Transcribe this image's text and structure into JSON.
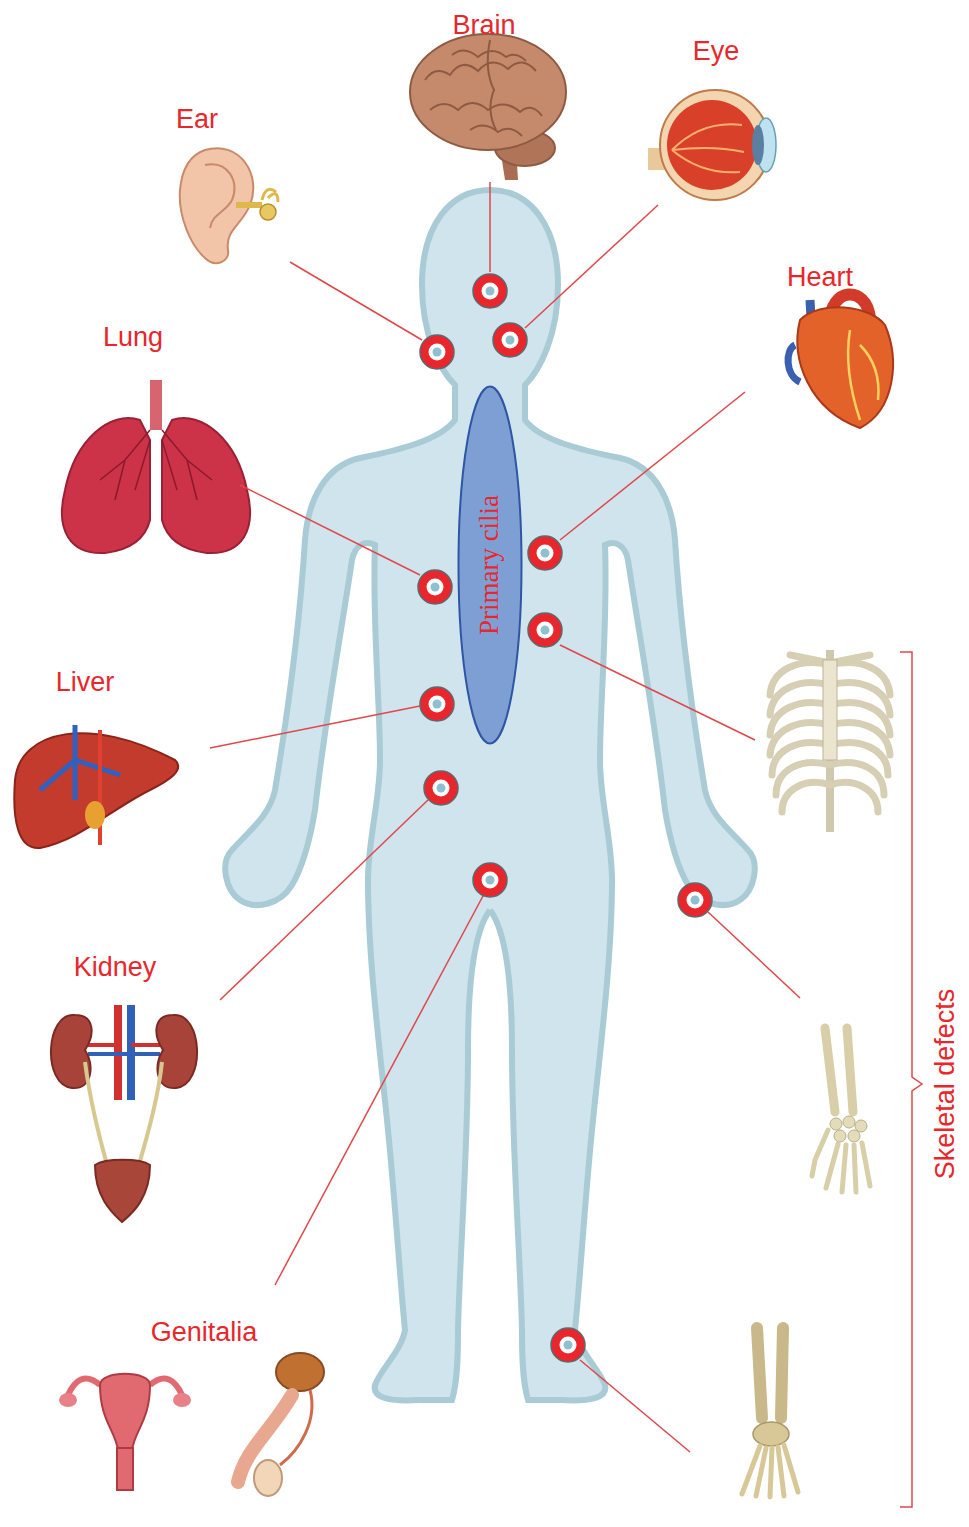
{
  "diagram": {
    "nodes": [
      {
        "text": [
          "Primary cilia"
        ]
      }
    ],
    "labels": [
      "Brain",
      "Eye",
      "Ear",
      "Heart",
      "Lung",
      "Liver",
      "Kidney",
      "Genitalia",
      "Skeletal defects"
    ]
  }
}
